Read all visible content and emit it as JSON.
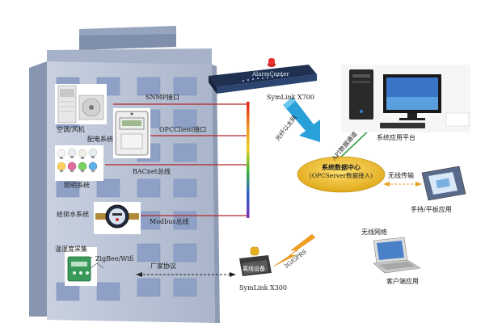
{
  "labels": {
    "snmp": "SNMP接口",
    "opcclient": "OPCClient接口",
    "bacnet": "BACnet总线",
    "modbus": "Modbus总线",
    "aircon": "空调/风机",
    "power": "配电系统",
    "lighting": "照明系统",
    "water": "给排水系统",
    "thermo": "温湿度采集",
    "zigbee": "ZigBee/Wifi",
    "vendor": "厂家协议",
    "x700": "SymLink X700",
    "alarmcenter": "AlarmCenter",
    "fiber": "光纤以太网",
    "api": "API数据通道",
    "platform": "系统应用平台",
    "center_title": "系统数据中心",
    "center_sub": "(OPCServer数据接入)",
    "wireless_transfer": "无线传输",
    "handheld": "手持/平板应用",
    "gprs": "3G/GPRS",
    "wireless_net": "无线网络",
    "client": "客户端应用",
    "x300": "SymLink X300",
    "x300_device": "离线设备"
  },
  "colors": {
    "building_front": "#b9c3d6",
    "building_side": "#8e9bb5",
    "window": "#8a9dc4",
    "bus_line": "#b3262a",
    "center_fill": "#f3c02f",
    "fiber_arrow": "#2aa0d8",
    "api_arrow": "#3aa04a",
    "gprs_bolt": "#f0a020"
  }
}
